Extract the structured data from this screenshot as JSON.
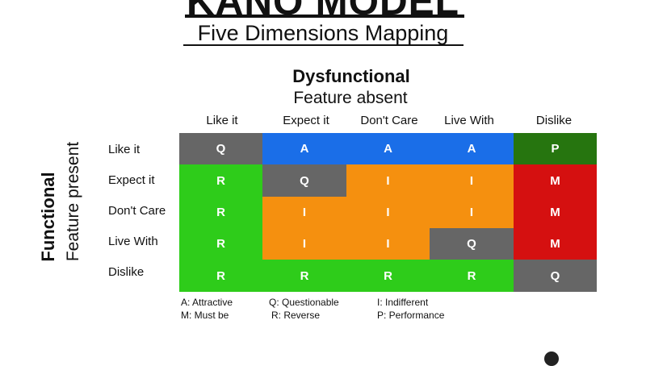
{
  "title": "KANO MODEL",
  "subtitle": "Five Dimensions Mapping",
  "dysfunctional": {
    "title": "Dysfunctional",
    "subtitle": "Feature absent"
  },
  "functional": {
    "title": "Functional",
    "subtitle": "Feature present"
  },
  "columns": [
    "Like it",
    "Expect it",
    "Don't Care",
    "Live With",
    "Dislike"
  ],
  "rows": [
    "Like it",
    "Expect it",
    "Don't Care",
    "Live With",
    "Dislike"
  ],
  "matrix": [
    [
      "Q",
      "A",
      "A",
      "A",
      "P"
    ],
    [
      "R",
      "Q",
      "I",
      "I",
      "M"
    ],
    [
      "R",
      "I",
      "I",
      "I",
      "M"
    ],
    [
      "R",
      "I",
      "I",
      "Q",
      "M"
    ],
    [
      "R",
      "R",
      "R",
      "R",
      "Q"
    ]
  ],
  "colors": {
    "Q": "#666666",
    "A": "#1a6ee8",
    "P": "#26750f",
    "R": "#2ecc1a",
    "I": "#f5900f",
    "M": "#d51010"
  },
  "legend": {
    "a": "A: Attractive",
    "m": "M: Must be",
    "q": "Q: Questionable",
    "r": "R: Reverse",
    "i": "I: Indifferent",
    "p": "P: Performance"
  }
}
